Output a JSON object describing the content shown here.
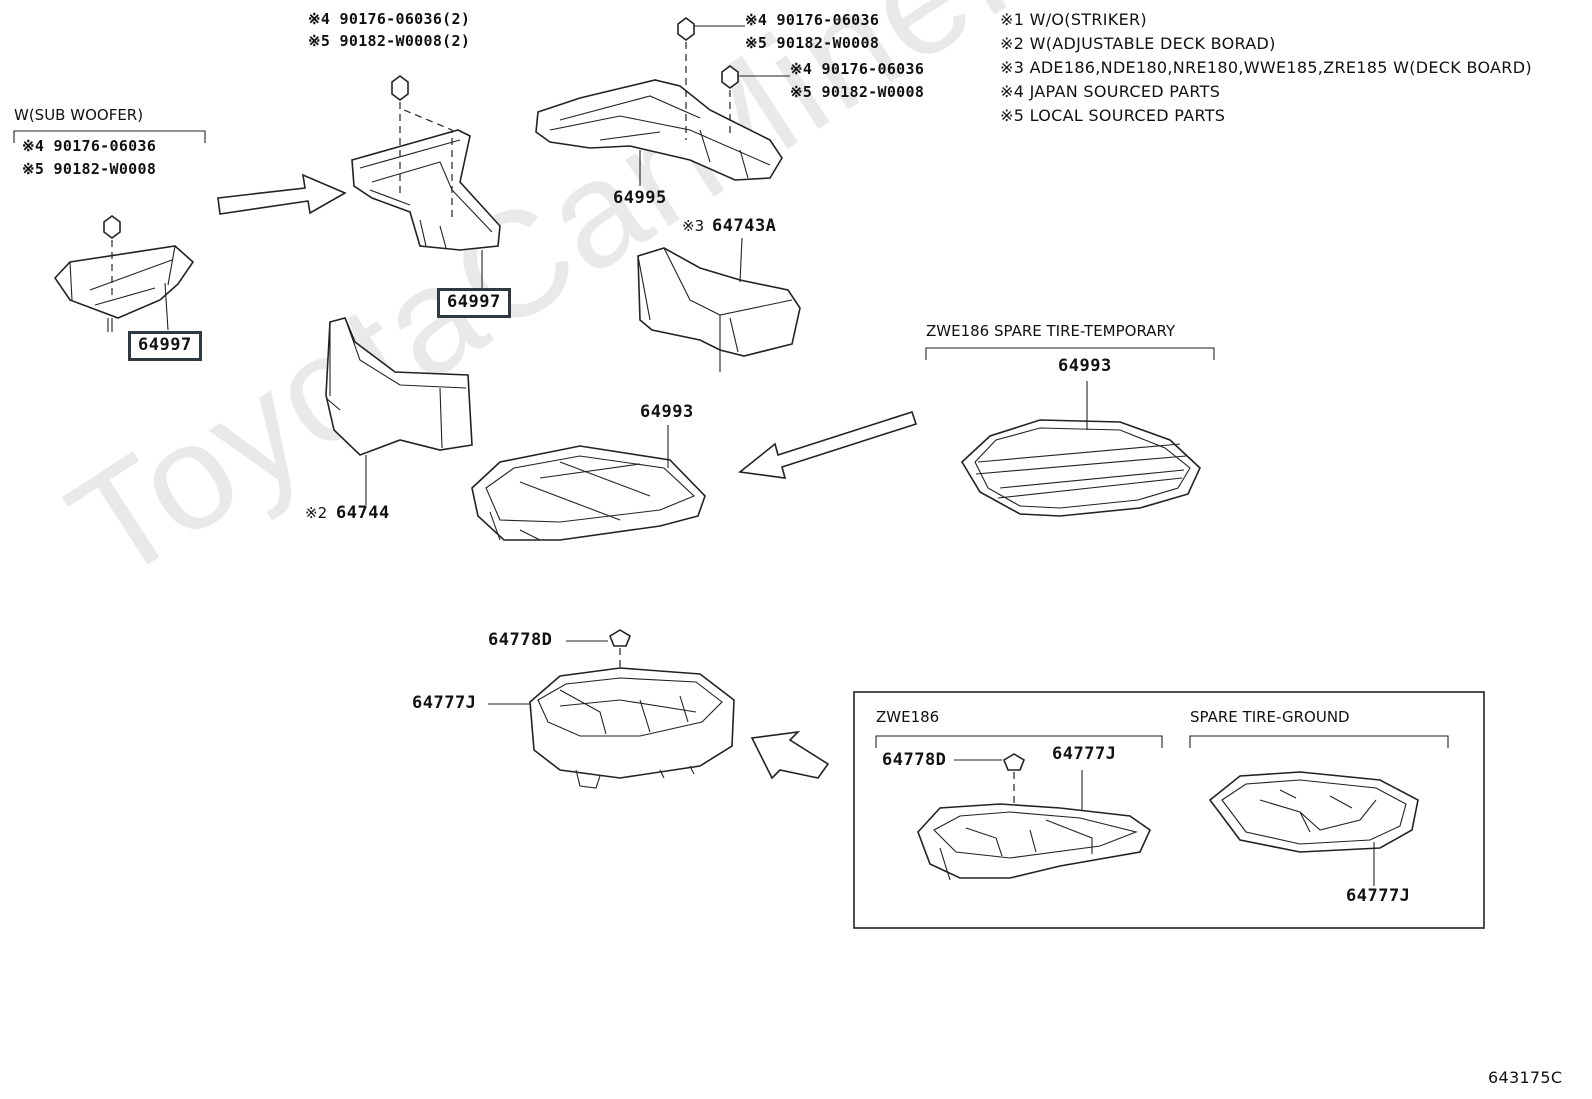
{
  "watermark": "ToyotaCarMine.ru",
  "notes": [
    "※1 W/O(STRIKER)",
    "※2 W(ADJUSTABLE DECK BORAD)",
    "※3 ADE186,NDE180,NRE180,WWE185,ZRE185 W(DECK BOARD)",
    "※4 JAPAN SOURCED PARTS",
    "※5 LOCAL SOURCED PARTS"
  ],
  "subwoofer_group": {
    "label": "W(SUB WOOFER)",
    "fastener_jp": "※4 90176-06036",
    "fastener_local": "※5 90182-W0008",
    "part": "64997"
  },
  "center_panel": {
    "fastener_jp": "※4 90176-06036(2)",
    "fastener_local": "※5 90182-W0008(2)",
    "part": "64997"
  },
  "right_panel": {
    "fastener1_jp": "※4 90176-06036",
    "fastener1_local": "※5 90182-W0008",
    "fastener2_jp": "※4 90176-06036",
    "fastener2_local": "※5 90182-W0008",
    "part": "64995"
  },
  "box_3": {
    "mark": "※3",
    "part": "64743A"
  },
  "box_2": {
    "mark": "※2",
    "part": "64744"
  },
  "tray_main": {
    "part": "64993"
  },
  "spare_temporary": {
    "label": "ZWE186 SPARE TIRE-TEMPORARY",
    "part": "64993"
  },
  "tool_box": {
    "clip": "64778D",
    "part": "64777J"
  },
  "inset": {
    "zwe_label": "ZWE186",
    "zwe_clip": "64778D",
    "zwe_part": "64777J",
    "ground_label": "SPARE TIRE-GROUND",
    "ground_part": "64777J"
  },
  "figure_id": "643175C"
}
